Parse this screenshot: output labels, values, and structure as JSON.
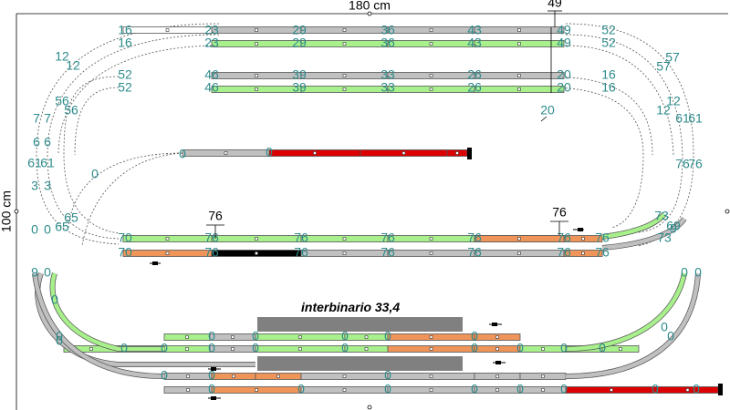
{
  "dimensions": {
    "width_label": "180 cm",
    "height_label": "100 cm"
  },
  "annotation": {
    "interbinario": "interbinario 33,4"
  },
  "markers": {
    "top": "49",
    "mid_left": "76",
    "mid_right": "76",
    "diag": "20"
  },
  "colors": {
    "green": "#a8f08c",
    "gray": "#c0c0c0",
    "red": "#dd0000",
    "orange": "#f0955a",
    "black": "#000000",
    "platform": "#808080",
    "label": "#2e8b8b"
  },
  "labels": {
    "r1": [
      "16",
      "23",
      "29",
      "36",
      "43",
      "49",
      "52"
    ],
    "r2": [
      "16",
      "23",
      "29",
      "36",
      "43",
      "49",
      "52"
    ],
    "r3": [
      "52",
      "46",
      "39",
      "33",
      "26",
      "20",
      "16"
    ],
    "r4": [
      "52",
      "46",
      "39",
      "33",
      "26",
      "20",
      "16"
    ],
    "curve_left": [
      "12",
      "12",
      "56",
      "56",
      "7",
      "7",
      "6",
      "6",
      "61",
      "61",
      "3",
      "3",
      "0",
      "0",
      "65",
      "65"
    ],
    "curve_right": [
      "57",
      "57",
      "12",
      "12",
      "61",
      "61",
      "76",
      "76"
    ],
    "spur": [
      "0",
      "0",
      "0"
    ],
    "mid1": [
      "70",
      "76",
      "76",
      "76",
      "76",
      "76",
      "76",
      "73",
      "69"
    ],
    "mid2": [
      "70",
      "76",
      "76",
      "76",
      "76",
      "76",
      "76",
      "73",
      "9"
    ],
    "lower": [
      "9",
      "0",
      "0",
      "0",
      "0",
      "0",
      "0",
      "0",
      "0",
      "0",
      "0",
      "0",
      "0",
      "0",
      "0",
      "0",
      "0",
      "0",
      "0",
      "0",
      "0",
      "0",
      "0",
      "0",
      "0",
      "0",
      "0",
      "0",
      "0",
      "0",
      "0",
      "0",
      "0",
      "0"
    ]
  }
}
